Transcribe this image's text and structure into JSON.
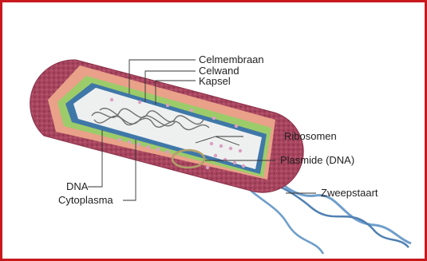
{
  "labels": {
    "celmembraan": "Celmembraan",
    "celwand": "Celwand",
    "kapsel": "Kapsel",
    "ribosomen": "Ribosomen",
    "plasmide": "Plasmide (DNA)",
    "dna": "DNA",
    "cytoplasma": "Cytoplasma",
    "zweepstaart": "Zweepstaart"
  },
  "colors": {
    "frame": "#c8191e",
    "capsule_outer": "#a7455f",
    "capsule_inner": "#e9a189",
    "cell_wall": "#9ccc6a",
    "cell_membrane": "#3f77a8",
    "cytoplasm": "#eef0f0",
    "ribosome": "#d9a0c0",
    "flagellum": "#6f9ecb"
  }
}
